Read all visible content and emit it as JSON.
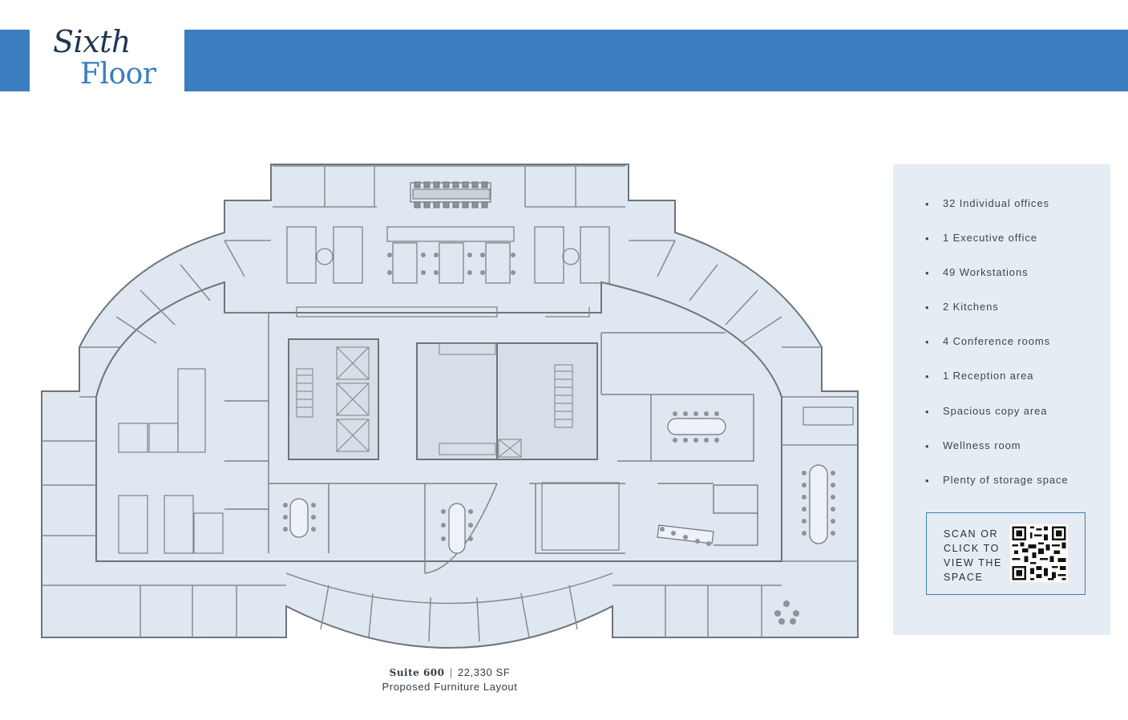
{
  "header": {
    "title_line1": "Sixth",
    "title_line2": "Floor",
    "band_color": "#3a7ebf"
  },
  "plan": {
    "suite_label": "Suite 600",
    "separator": "|",
    "area": "22,330 SF",
    "subtitle": "Proposed Furniture Layout",
    "floor_fill": "#dfe7f0",
    "wall_color": "#6e747b"
  },
  "features": {
    "bullet": "•",
    "items": [
      "32 Individual offices",
      "1 Executive office",
      "49 Workstations",
      "2 Kitchens",
      "4 Conference rooms",
      "1 Reception area",
      "Spacious copy area",
      "Wellness room",
      "Plenty of storage space"
    ]
  },
  "qr": {
    "lines": [
      "SCAN OR",
      "CLICK TO",
      "VIEW THE",
      "SPACE"
    ],
    "icon": "qr-code-icon"
  }
}
